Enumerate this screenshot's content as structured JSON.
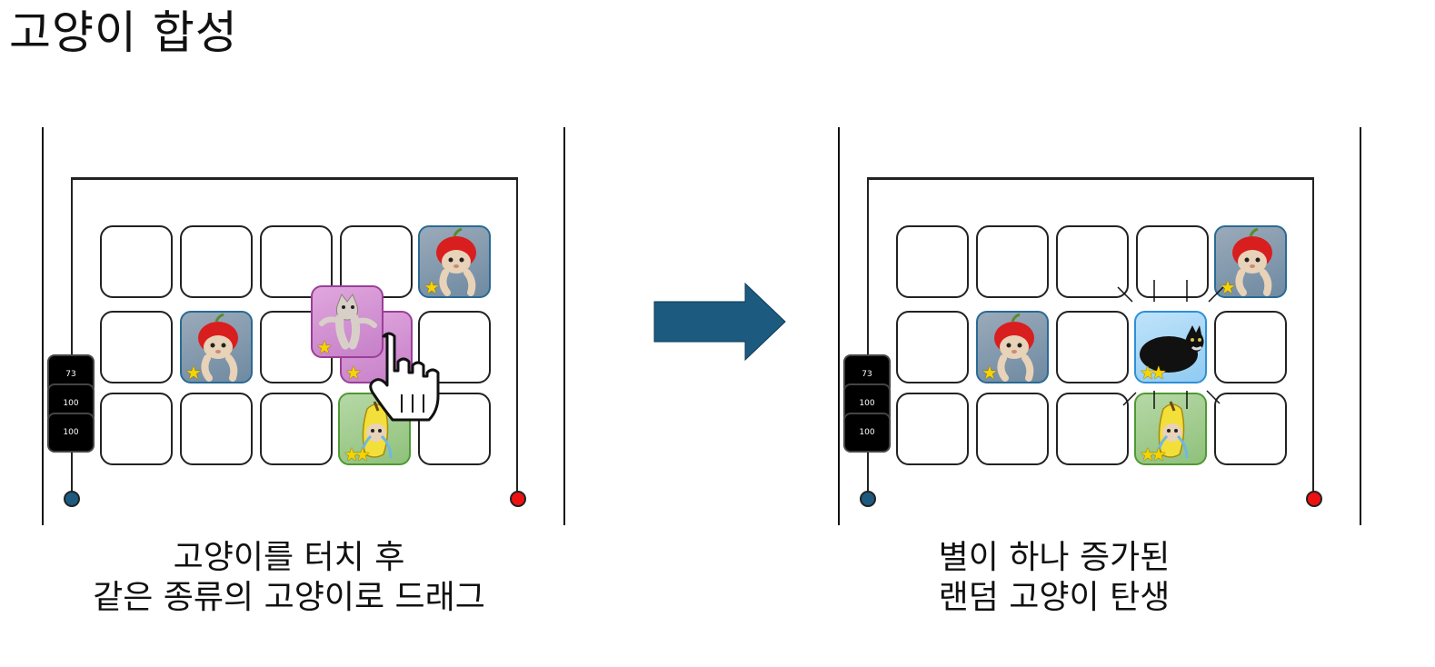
{
  "title": "고양이 합성",
  "arrow": {
    "color": "#1c5a80"
  },
  "left_panel": {
    "counters": [
      "73",
      "100",
      "100"
    ],
    "caption_line1": "고양이를 터치 후",
    "caption_line2": "같은 종류의 고양이로 드래그",
    "tiles": {
      "apple_top": {
        "kind": "apple-cat",
        "stars": "★"
      },
      "apple_mid": {
        "kind": "apple-cat",
        "stars": "★"
      },
      "dragged": {
        "kind": "dancing-cat",
        "stars": "★"
      },
      "under_drag": {
        "kind": "dancing-cat",
        "stars": "★"
      },
      "banana": {
        "kind": "banana-cat",
        "stars": "★★"
      }
    }
  },
  "right_panel": {
    "counters": [
      "73",
      "100",
      "100"
    ],
    "caption_line1": "별이 하나 증가된",
    "caption_line2": "랜덤 고양이 탄생",
    "tiles": {
      "apple_top": {
        "kind": "apple-cat",
        "stars": "★"
      },
      "apple_mid": {
        "kind": "apple-cat",
        "stars": "★"
      },
      "merged": {
        "kind": "black-cat",
        "stars": "★★"
      },
      "banana": {
        "kind": "banana-cat",
        "stars": "★★"
      }
    }
  },
  "colors": {
    "dot_blue": "#1c5a80",
    "dot_red": "#ee1111",
    "star": "#f5d400"
  }
}
